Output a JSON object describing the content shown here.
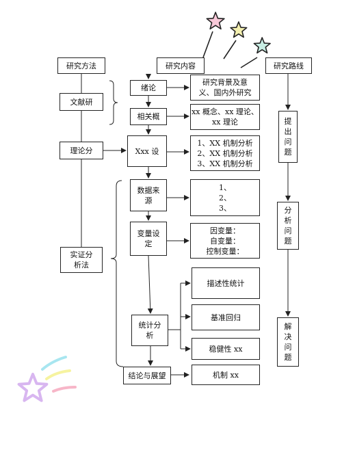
{
  "headers": {
    "method": "研究方法",
    "content": "研究内容",
    "route": "研究路线"
  },
  "methods": {
    "literature": "文献研",
    "theory": "理论分",
    "empirical": "实证分\n析法"
  },
  "content": {
    "intro": "绪论",
    "related": "相关概",
    "xxx": "Xxx 设",
    "data_source": "数据来\n源",
    "variable": "变量设\n定",
    "stats": "统计分\n析",
    "conclusion": "结论与展望"
  },
  "details": {
    "background": "研究背景及意\n义、国内外研究",
    "concepts": "xx 概念、xx 理论、\nxx 理论",
    "mechanism_analysis": "1、XX 机制分析\n2、XX 机制分析\n3、XX 机制分析",
    "data_items": "1、\n2、\n3、",
    "variables": "因变量：\n自变量：\n控制变量：",
    "descriptive": "描述性统计",
    "baseline": "基准回归",
    "robustness": "稳健性 xx",
    "mechanism": "机制 xx"
  },
  "route": {
    "raise": "提\n出\n问\n题",
    "analyze": "分\n析\n问\n题",
    "solve": "解\n决\n问\n题"
  },
  "colors": {
    "star_pink": "#f8c8d8",
    "star_yellow": "#f4f0b0",
    "star_mint": "#c8eee4",
    "star_purple": "#d8b6f0",
    "trail_cyan": "#a8e6f0",
    "trail_yellow": "#f6f3a0",
    "trail_pink": "#f7b6c8"
  }
}
